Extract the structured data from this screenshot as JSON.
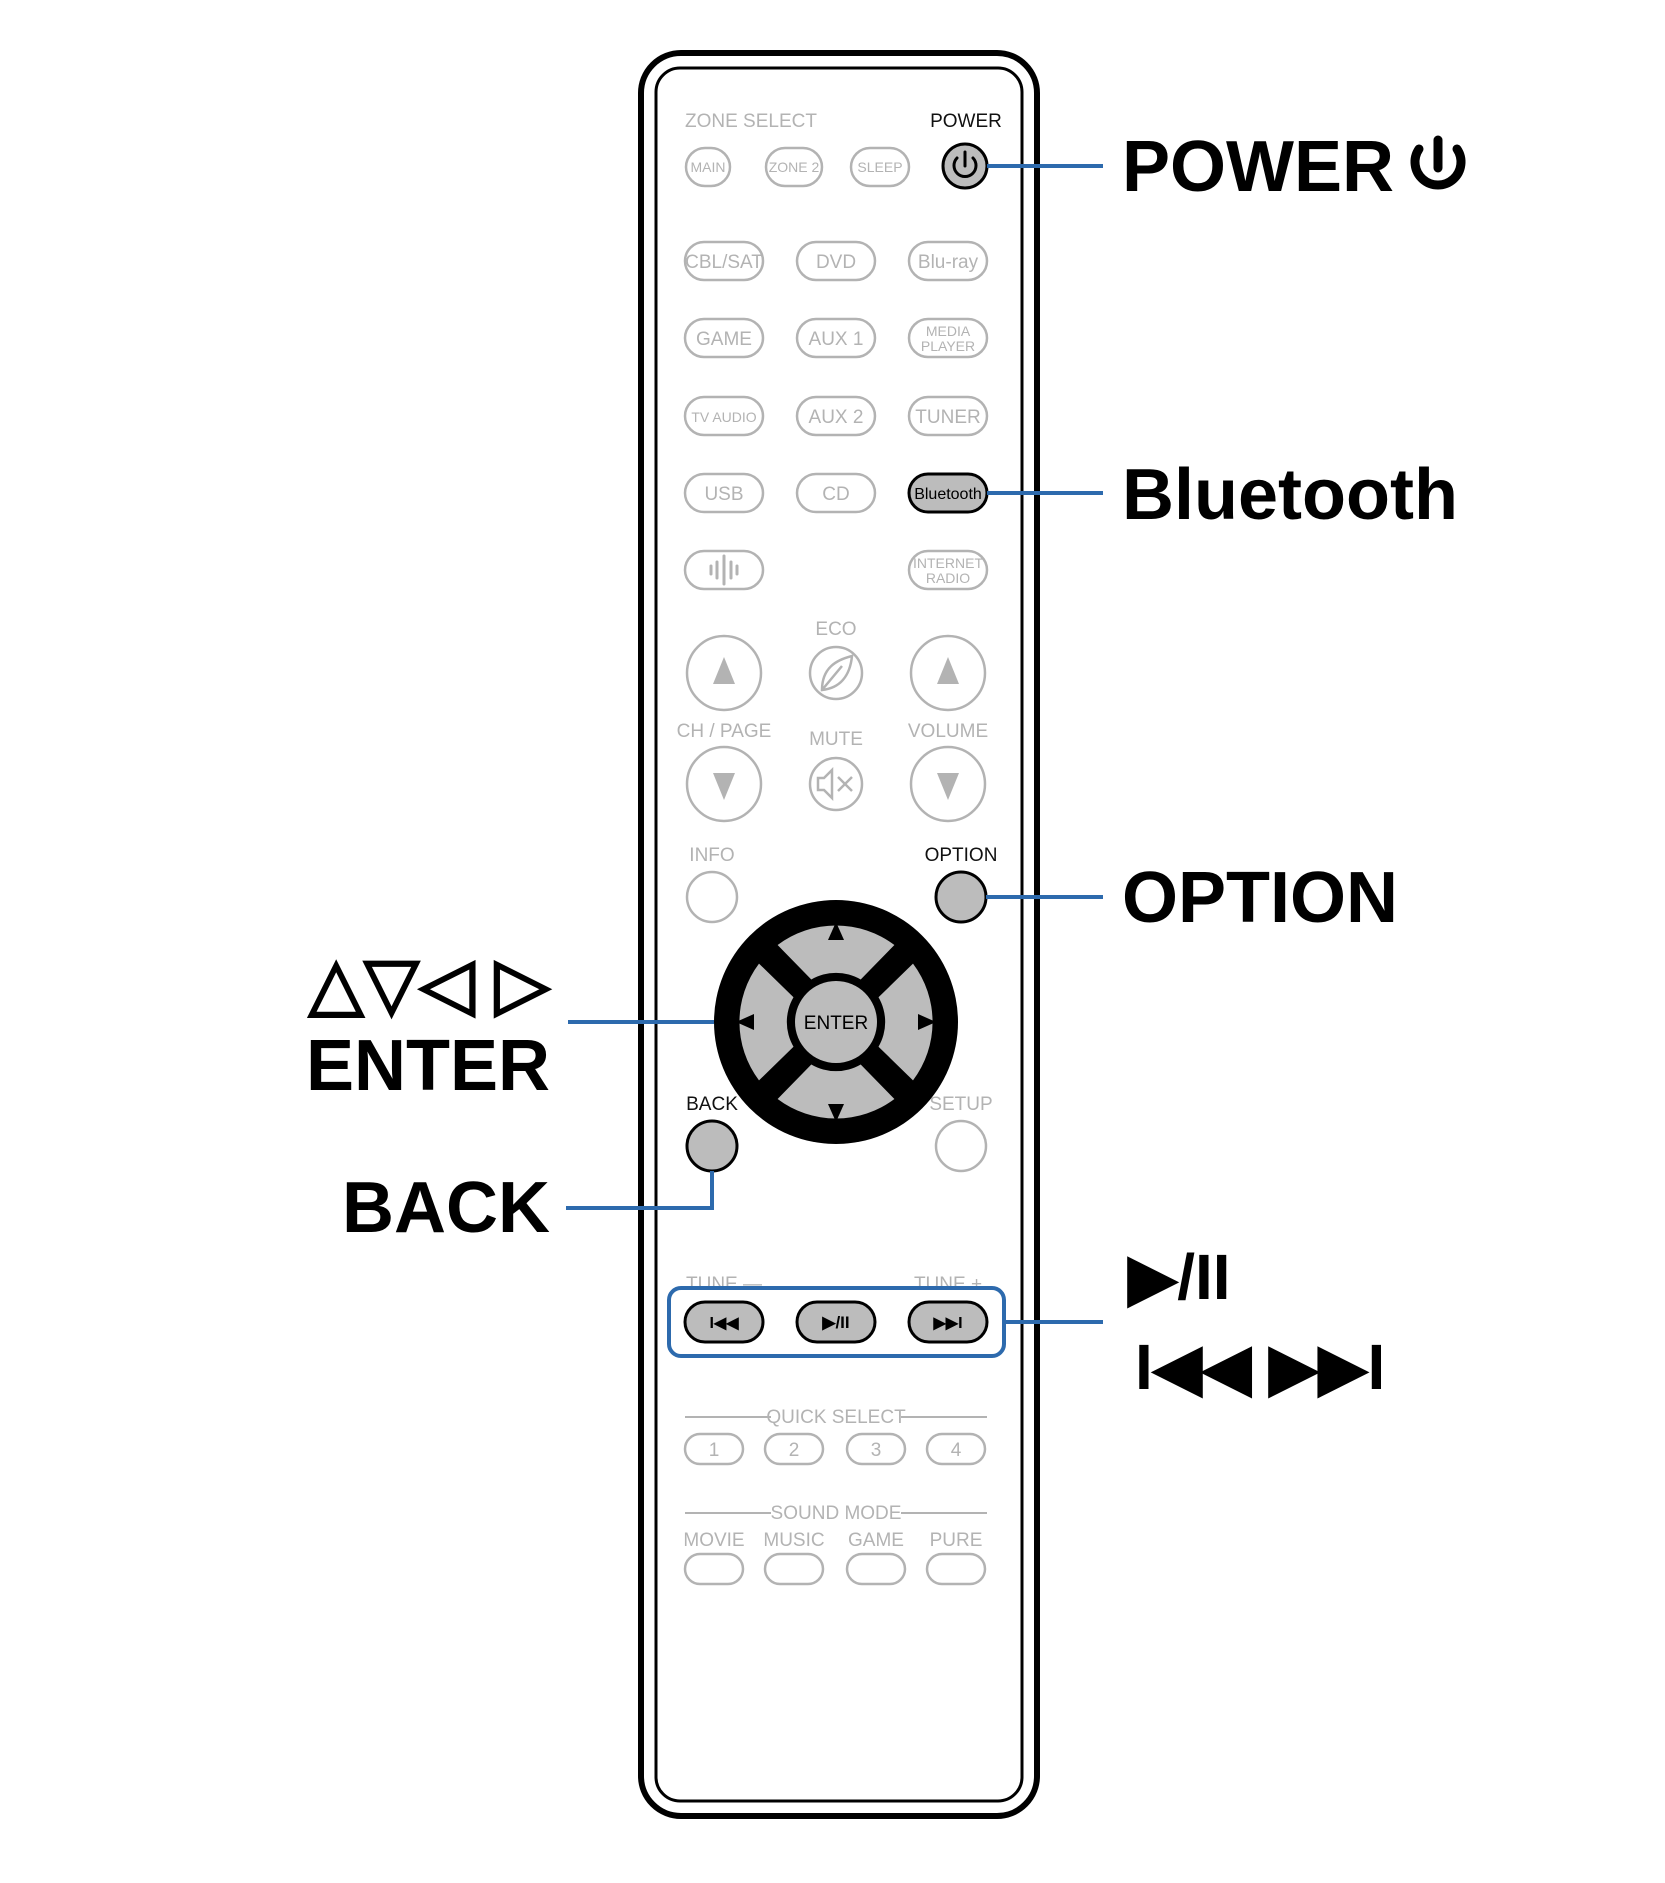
{
  "remote": {
    "zone_select_label": "ZONE SELECT",
    "power_label": "POWER",
    "zone_buttons": [
      "MAIN",
      "ZONE 2",
      "SLEEP"
    ],
    "sources": {
      "row1": [
        "CBL/SAT",
        "DVD",
        "Blu-ray"
      ],
      "row2_left": [
        "GAME",
        "AUX 1"
      ],
      "media_player": [
        "MEDIA",
        "PLAYER"
      ],
      "row3": [
        "TV AUDIO",
        "AUX 2",
        "TUNER"
      ],
      "row4": [
        "USB",
        "CD",
        "Bluetooth"
      ],
      "internet_radio": [
        "INTERNET",
        "RADIO"
      ]
    },
    "eco_label": "ECO",
    "ch_page_label": "CH / PAGE",
    "mute_label": "MUTE",
    "volume_label": "VOLUME",
    "info_label": "INFO",
    "option_label": "OPTION",
    "enter_label": "ENTER",
    "back_label": "BACK",
    "setup_label": "SETUP",
    "tune_minus_label": "TUNE —",
    "tune_plus_label": "TUNE +",
    "transport_icons": [
      "skip-back-icon",
      "play-pause-icon",
      "skip-forward-icon"
    ],
    "transport_glyphs": [
      "I◀◀",
      "▶/II",
      "▶▶I"
    ],
    "quick_select_label": "QUICK SELECT",
    "quick_select": [
      "1",
      "2",
      "3",
      "4"
    ],
    "sound_mode_label": "SOUND MODE",
    "sound_modes": [
      "MOVIE",
      "MUSIC",
      "GAME",
      "PURE"
    ]
  },
  "callouts": {
    "power": "POWER",
    "power_icon": "power-icon",
    "bluetooth": "Bluetooth",
    "option": "OPTION",
    "cursor_arrows": "△▽◁ ▷",
    "enter": "ENTER",
    "back": "BACK",
    "play_pause": "▶/II",
    "skip": "I◀◀ ▶▶I"
  },
  "colors": {
    "outline": "#000000",
    "button_gray": "#bcbcbc",
    "faded": "#b3b3b3",
    "leader_blue": "#2d6aad"
  }
}
